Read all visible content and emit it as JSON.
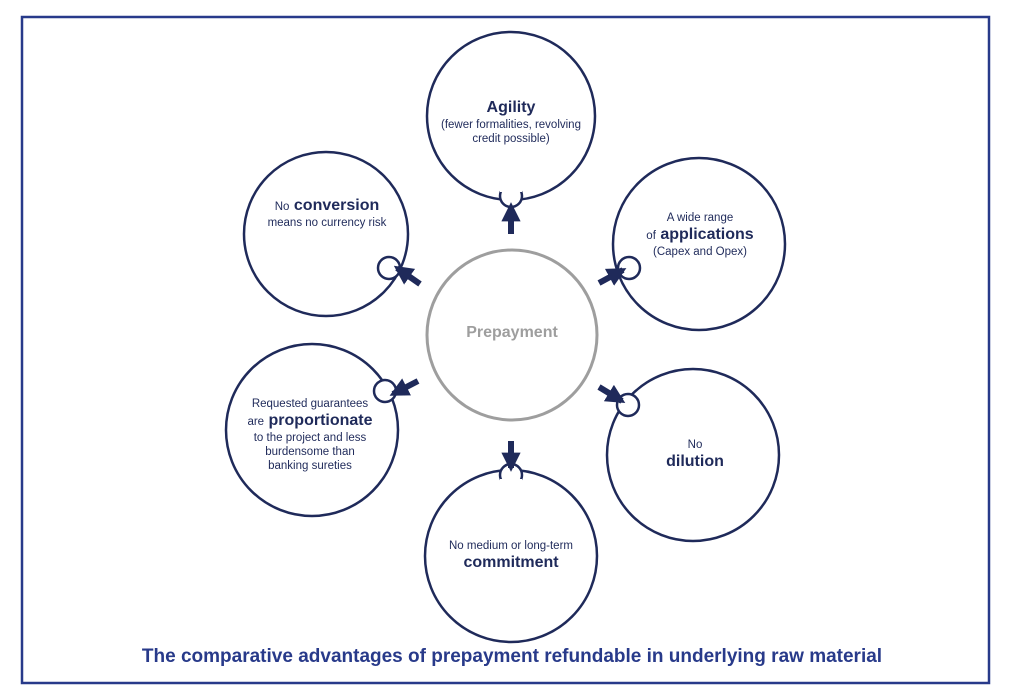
{
  "center": {
    "label": "Prepayment"
  },
  "nodes": {
    "agility": {
      "title": "Agility",
      "subtitle_line1": "(fewer formalities, revolving",
      "subtitle_line2": "credit possible)"
    },
    "applications": {
      "pre1": "A wide range",
      "pre2": "of",
      "title": "applications",
      "post": "(Capex and Opex)"
    },
    "dilution": {
      "pre": "No",
      "title": "dilution"
    },
    "commitment": {
      "pre": "No medium or long-term",
      "title": "commitment"
    },
    "proportionate": {
      "pre1": "Requested guarantees",
      "pre2": "are",
      "title": "proportionate",
      "post1": "to the project and less",
      "post2": "burdensome than",
      "post3": "banking sureties"
    },
    "conversion": {
      "pre": "No",
      "title": "conversion",
      "post": "means no currency risk"
    }
  },
  "caption": "The comparative advantages of prepayment refundable in underlying raw material",
  "colors": {
    "frame": "#283a8a",
    "node": "#1f2a5a",
    "center": "#9e9e9e",
    "arrow": "#1f2a5a",
    "caption": "#283a8a"
  }
}
